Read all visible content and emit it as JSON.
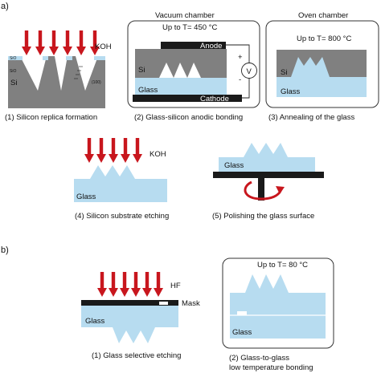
{
  "panel_a": {
    "marker": "a)",
    "step1": {
      "reagent": "KOH",
      "layer_top": "SiO",
      "layer_mid": "SiO",
      "substrate": "Si",
      "orientation": "(100)",
      "caption": "(1) Silicon replica formation"
    },
    "step2": {
      "chamber": "Vacuum chamber",
      "temp": "Up to T= 450 °C",
      "anode": "Anode",
      "cathode": "Cathode",
      "si": "Si",
      "glass": "Glass",
      "plus": "+",
      "minus": "-",
      "meter": "V",
      "caption": "(2) Glass-silicon anodic bonding"
    },
    "step3": {
      "chamber": "Oven chamber",
      "temp": "Up to T= 800 °C",
      "si": "Si",
      "glass": "Glass",
      "caption": "(3) Annealing of the glass"
    },
    "step4": {
      "reagent": "KOH",
      "glass": "Glass",
      "caption": "(4) Silicon substrate etching"
    },
    "step5": {
      "glass": "Glass",
      "caption": "(5) Polishing the glass surface"
    }
  },
  "panel_b": {
    "marker": "b)",
    "step1": {
      "reagent": "HF",
      "mask": "Mask",
      "glass": "Glass",
      "caption": "(1) Glass selective etching"
    },
    "step2": {
      "temp": "Up to T= 80 °C",
      "glass": "Glass",
      "caption_line1": "(2) Glass-to-glass",
      "caption_line2": "low temperature bonding"
    }
  },
  "colors": {
    "glass": "#b7dcf0",
    "silicon": "#808080",
    "arrow": "#c8161d",
    "bar": "#1a1a1a",
    "rotation": "#c8161d"
  }
}
